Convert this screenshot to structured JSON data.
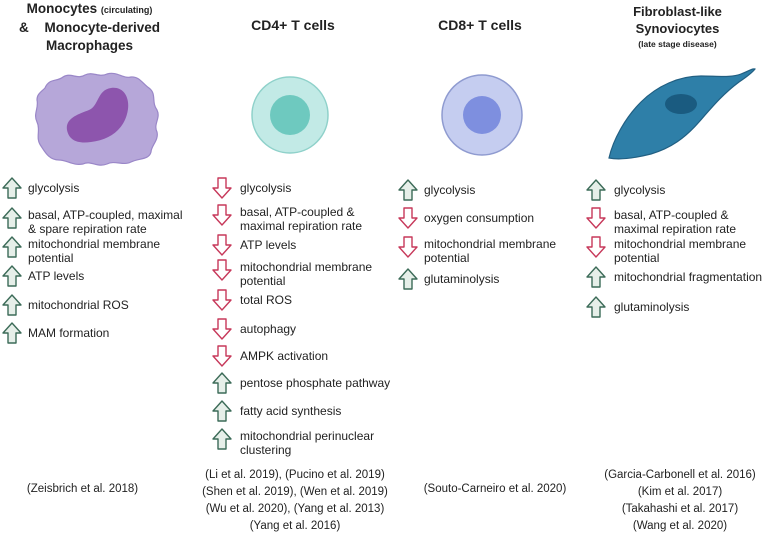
{
  "colors": {
    "up_fill": "#e6efe9",
    "up_stroke": "#3c6b58",
    "down_fill": "#ffffff",
    "down_stroke": "#c7385a"
  },
  "columns": [
    {
      "header_line1": "Monocytes",
      "header_line1_small": "(circulating)",
      "header_line2_amp": "&",
      "header_line2": "Monocyte-derived",
      "header_line3": "Macrophages",
      "cell_icon": "monocyte-icon",
      "items": [
        {
          "dir": "up",
          "lines": [
            "glycolysis"
          ]
        },
        {
          "dir": "up",
          "lines": [
            "basal, ATP-coupled, maximal",
            "& spare repiration rate"
          ]
        },
        {
          "dir": "up",
          "lines": [
            "mitochondrial membrane",
            "potential"
          ]
        },
        {
          "dir": "up",
          "lines": [
            "ATP levels"
          ]
        },
        {
          "dir": "up",
          "lines": [
            "mitochondrial ROS"
          ]
        },
        {
          "dir": "up",
          "lines": [
            "MAM formation"
          ]
        }
      ],
      "refs": [
        "(Zeisbrich et al. 2018)"
      ]
    },
    {
      "header_line1": "CD4+ T cells",
      "cell_icon": "cd4-t-cell-icon",
      "items": [
        {
          "dir": "down",
          "lines": [
            "glycolysis"
          ]
        },
        {
          "dir": "down",
          "lines": [
            "basal, ATP-coupled &",
            "maximal repiration rate"
          ]
        },
        {
          "dir": "down",
          "lines": [
            "ATP levels"
          ]
        },
        {
          "dir": "down",
          "lines": [
            "mitochondrial membrane",
            "potential"
          ]
        },
        {
          "dir": "down",
          "lines": [
            "total ROS"
          ]
        },
        {
          "dir": "down",
          "lines": [
            "autophagy"
          ]
        },
        {
          "dir": "down",
          "lines": [
            "AMPK activation"
          ]
        },
        {
          "dir": "up",
          "lines": [
            "pentose phosphate pathway"
          ]
        },
        {
          "dir": "up",
          "lines": [
            "fatty acid synthesis"
          ]
        },
        {
          "dir": "up",
          "lines": [
            "mitochondrial perinuclear",
            "clustering"
          ]
        }
      ],
      "refs": [
        "(Li et al. 2019), (Pucino et al. 2019)",
        "(Shen et al. 2019), (Wen et al. 2019)",
        "(Wu et al. 2020), (Yang et al. 2013)",
        "(Yang et al. 2016)"
      ]
    },
    {
      "header_line1": "CD8+ T cells",
      "cell_icon": "cd8-t-cell-icon",
      "items": [
        {
          "dir": "up",
          "lines": [
            "glycolysis"
          ]
        },
        {
          "dir": "down",
          "lines": [
            "oxygen consumption"
          ]
        },
        {
          "dir": "down",
          "lines": [
            "mitochondrial membrane",
            "potential"
          ]
        },
        {
          "dir": "up",
          "lines": [
            "glutaminolysis"
          ]
        }
      ],
      "refs": [
        "(Souto-Carneiro et al. 2020)"
      ]
    },
    {
      "header_line1": "Fibroblast-like",
      "header_line2": "Synoviocytes",
      "header_line3_small": "(late stage disease)",
      "cell_icon": "fibroblast-icon",
      "items": [
        {
          "dir": "up",
          "lines": [
            "glycolysis"
          ]
        },
        {
          "dir": "down",
          "lines": [
            "basal, ATP-coupled &",
            "maximal repiration rate"
          ]
        },
        {
          "dir": "down",
          "lines": [
            "mitochondrial membrane",
            "potential"
          ]
        },
        {
          "dir": "up",
          "lines": [
            "mitochondrial fragmentation"
          ]
        },
        {
          "dir": "up",
          "lines": [
            "glutaminolysis"
          ]
        }
      ],
      "refs": [
        "(Garcia-Carbonell et al. 2016)",
        "(Kim et al. 2017)",
        "(Takahashi et al. 2017)",
        "(Wang et al. 2020)"
      ]
    }
  ]
}
